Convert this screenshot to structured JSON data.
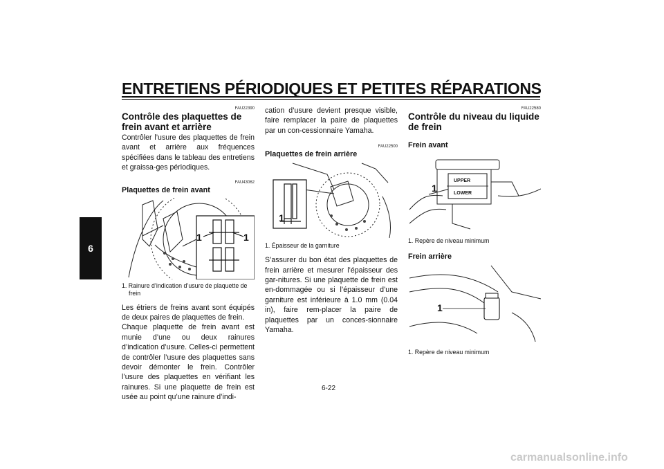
{
  "header": {
    "title": "ENTRETIENS PÉRIODIQUES ET PETITES RÉPARATIONS"
  },
  "chapter_tab": "6",
  "page_number": "6-22",
  "watermark": "carmanualsonline.info",
  "col1": {
    "code1": "FAU22390",
    "heading": "Contrôle des plaquettes de frein avant et arrière",
    "para1": "Contrôler l’usure des plaquettes de frein avant et arrière aux fréquences spécifiées dans le tableau des entretiens et graissa-ges périodiques.",
    "code2": "FAU43062",
    "subheading": "Plaquettes de frein avant",
    "fig_label_left": "1",
    "fig_label_right": "1",
    "caption": "1. Rainure d’indication d’usure de plaquette de frein",
    "para2": "Les étriers de freins avant sont équipés de deux paires de plaquettes de frein.",
    "para3": "Chaque plaquette de frein avant est munie d’une ou deux rainures d’indication d’usure. Celles-ci permettent de contrôler l’usure des plaquettes sans devoir démonter le frein. Contrôler l’usure des plaquettes en vérifiant les rainures. Si une plaquette de frein est usée au point qu’une rainure d’indi-"
  },
  "col2": {
    "para1": "cation d’usure devient presque visible, faire remplacer la paire de plaquettes par un con-cessionnaire Yamaha.",
    "code1": "FAU22500",
    "subheading": "Plaquettes de frein arrière",
    "fig_label": "1",
    "caption": "1. Épaisseur de la garniture",
    "para2": "S’assurer du bon état des plaquettes de frein arrière et mesurer l’épaisseur des gar-nitures. Si une plaquette de frein est en-dommagée ou si l’épaisseur d’une garniture est inférieure à 1.0 mm (0.04 in), faire rem-placer la paire de plaquettes par un conces-sionnaire Yamaha."
  },
  "col3": {
    "code1": "FAU22580",
    "heading": "Contrôle du niveau du liquide de frein",
    "subheading1": "Frein avant",
    "fig1_label": "1",
    "fig1_upper": "UPPER",
    "fig1_lower": "LOWER",
    "caption1": "1. Repère de niveau minimum",
    "subheading2": "Frein arrière",
    "fig2_label": "1",
    "caption2": "1. Repère de niveau minimum"
  }
}
